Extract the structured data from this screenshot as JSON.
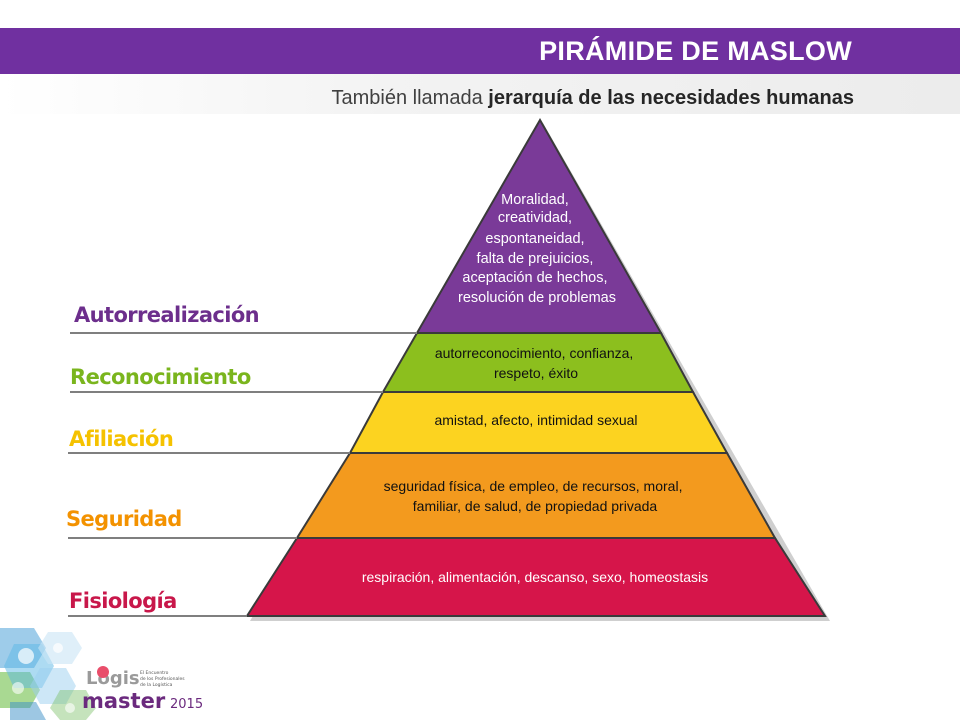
{
  "header": {
    "title": "PIRÁMIDE DE MASLOW",
    "subtitle_prefix": "También llamada ",
    "subtitle_bold": "jerarquía de las necesidades humanas"
  },
  "pyramid": {
    "levels": [
      {
        "name": "Autorrealización",
        "color": "#7a3a98",
        "label_color": "#6c2e8c",
        "description_lines": [
          "Moralidad,",
          "creatividad,",
          "espontaneidad,",
          "falta de prejuicios,",
          "aceptación de hechos,",
          "resolución de problemas"
        ]
      },
      {
        "name": "Reconocimiento",
        "color": "#8cbf1e",
        "label_color": "#7ab51d",
        "description_lines": [
          "autorreconocimiento, confianza,",
          "respeto, éxito"
        ]
      },
      {
        "name": "Afiliación",
        "color": "#fcd320",
        "label_color": "#f5c200",
        "description_lines": [
          "amistad, afecto, intimidad sexual"
        ]
      },
      {
        "name": "Seguridad",
        "color": "#f39a1e",
        "label_color": "#f39200",
        "description_lines": [
          "seguridad física, de empleo, de recursos, moral,",
          "familiar, de salud, de propiedad privada"
        ]
      },
      {
        "name": "Fisiología",
        "color": "#d6154a",
        "label_color": "#c8174a",
        "description_lines": [
          "respiración, alimentación, descanso, sexo, homeostasis"
        ]
      }
    ]
  },
  "logo": {
    "text_logis": "Logis",
    "text_master": "master",
    "text_year": "2015",
    "tagline_lines": [
      "El Encuentro",
      "de los Profesionales",
      "de la Logística"
    ]
  }
}
